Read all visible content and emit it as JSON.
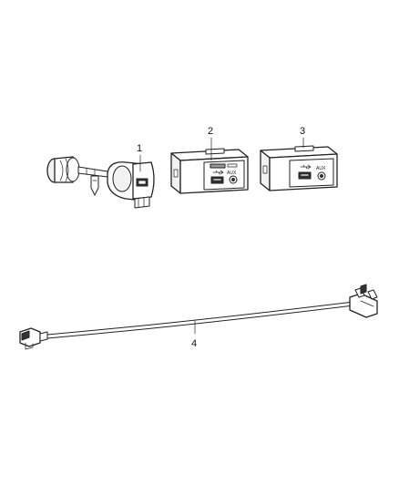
{
  "callouts": [
    {
      "number": "1",
      "part": "power-outlet"
    },
    {
      "number": "2",
      "part": "usb-aux-port-module-a"
    },
    {
      "number": "3",
      "part": "usb-aux-port-module-b"
    },
    {
      "number": "4",
      "part": "usb-cable-harness"
    }
  ],
  "labels": {
    "aux": "AUX"
  },
  "colors": {
    "line": "#222222",
    "background": "#ffffff",
    "shade": "#9a9a9a"
  }
}
